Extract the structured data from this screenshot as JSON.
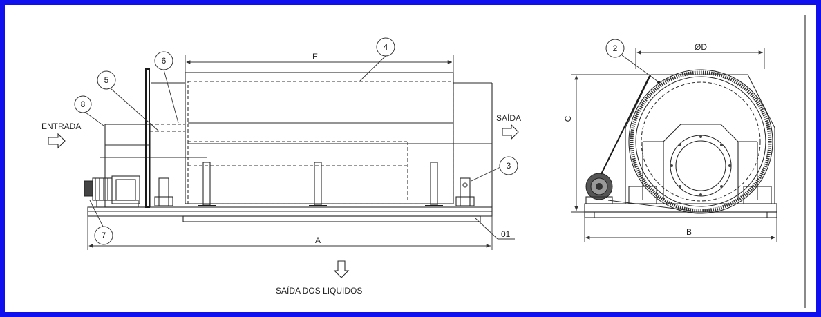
{
  "labels": {
    "entrada": "ENTRADA",
    "saida": "SAÍDA",
    "saida_liquidos": "SAÍDA DOS LIQUIDOS",
    "ref_01": "01"
  },
  "dimensions": {
    "A": "A",
    "B": "B",
    "C": "C",
    "D": "ØD",
    "E": "E"
  },
  "balloons": [
    "2",
    "3",
    "4",
    "5",
    "6",
    "7",
    "8"
  ],
  "colors": {
    "frame": "#1010ee",
    "line": "#2a2a2a"
  },
  "icons": {
    "arrow_right": "arrow-right-icon",
    "arrow_down": "arrow-down-icon"
  }
}
